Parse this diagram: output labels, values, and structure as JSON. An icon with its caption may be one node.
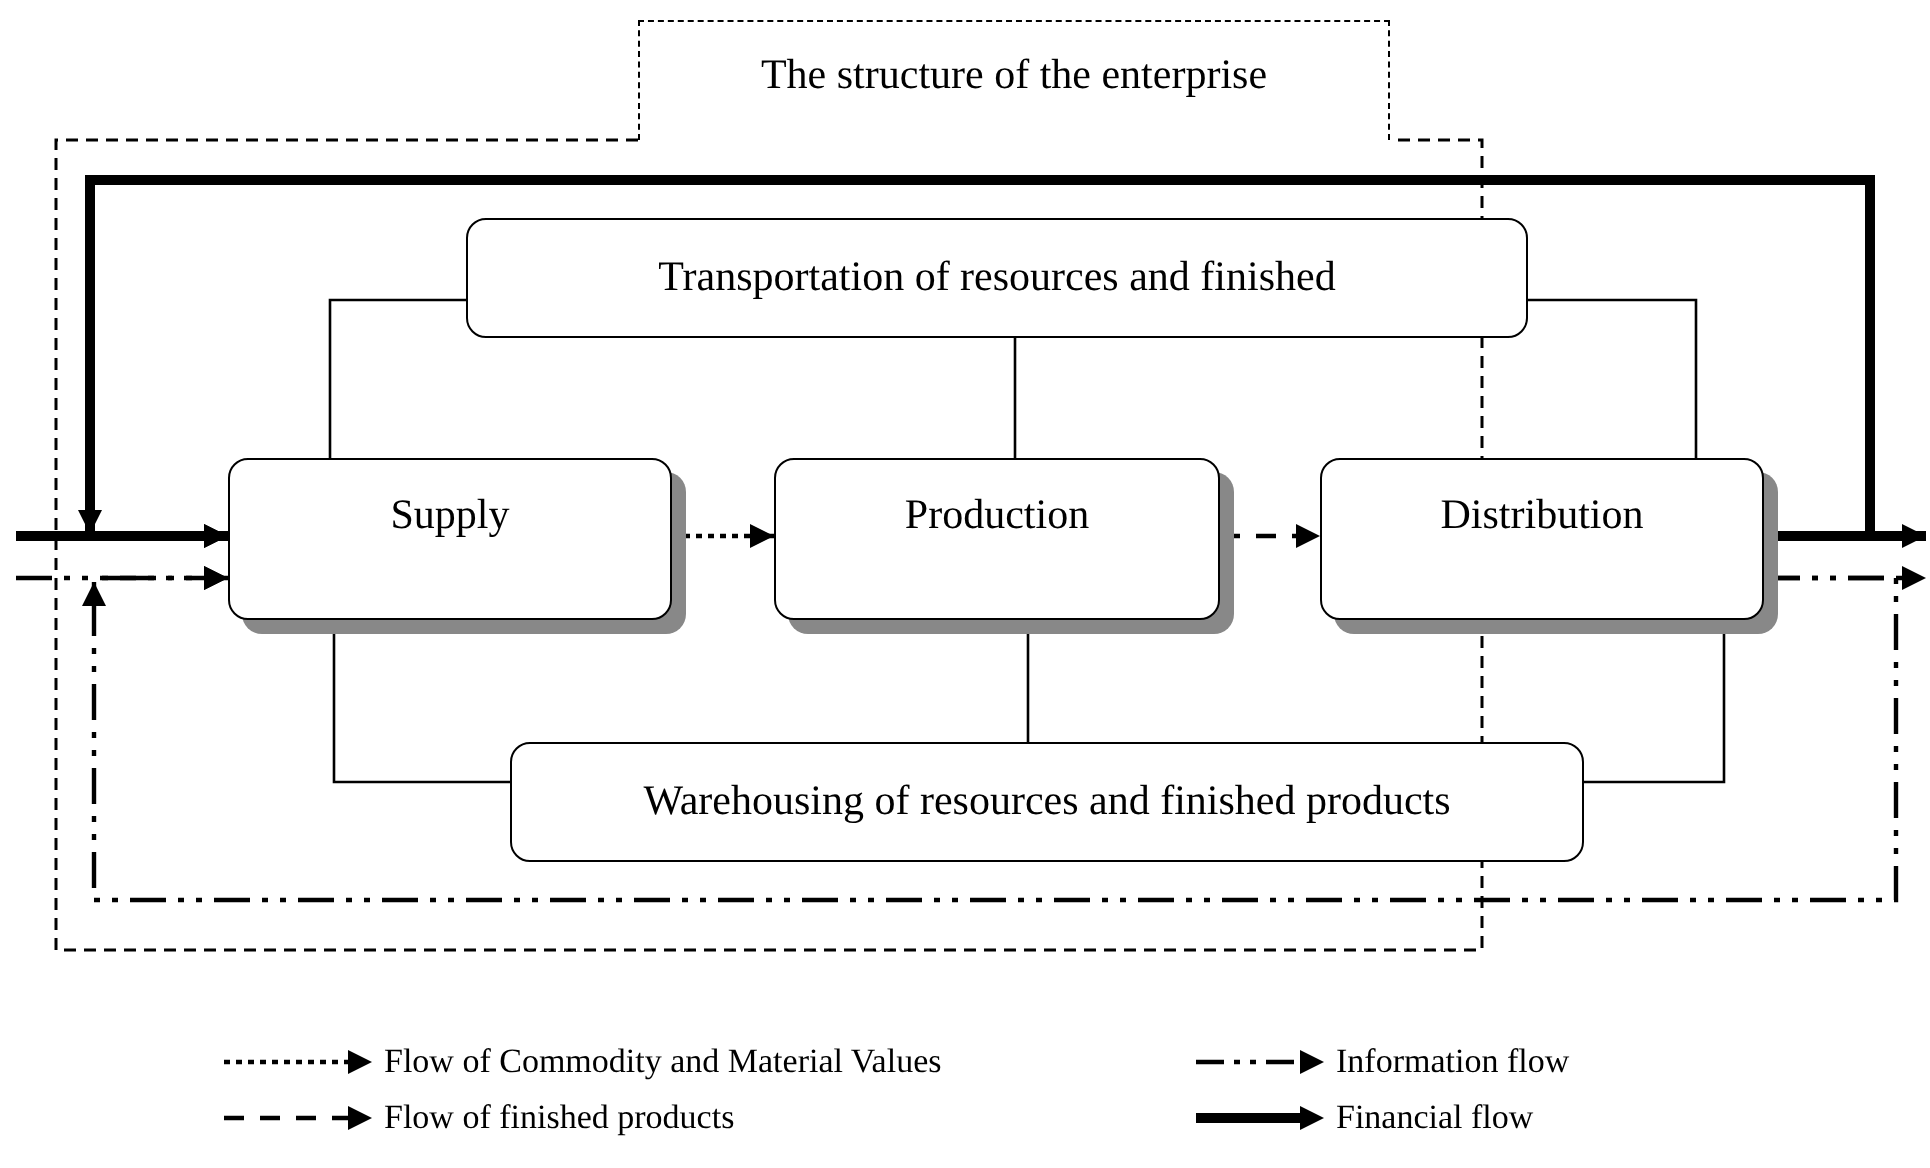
{
  "diagram": {
    "nodes": [
      {
        "text": [
          "The structure of the enterprise"
        ]
      },
      {
        "text": [
          "Transportation of resources and finished"
        ]
      },
      {
        "text": [
          "Supply"
        ]
      },
      {
        "text": [
          "Production"
        ]
      },
      {
        "text": [
          "Distribution"
        ]
      },
      {
        "text": [
          "Warehousing of resources and finished products"
        ]
      }
    ],
    "edges": [
      {
        "from": 2,
        "to": 3,
        "arrow": "to",
        "style": "dashed"
      },
      {
        "from": 3,
        "to": 4,
        "arrow": "to",
        "style": "dashed"
      },
      {
        "from": 1,
        "to": 2,
        "arrow": "none"
      },
      {
        "from": 1,
        "to": 3,
        "arrow": "none"
      },
      {
        "from": 1,
        "to": 4,
        "arrow": "none"
      },
      {
        "from": 2,
        "to": 5,
        "arrow": "none"
      },
      {
        "from": 3,
        "to": 5,
        "arrow": "none"
      },
      {
        "from": 4,
        "to": 5,
        "arrow": "none"
      },
      {
        "from": null,
        "to": 2,
        "arrow": "to",
        "style": "thick"
      },
      {
        "from": 4,
        "to": null,
        "arrow": "to",
        "style": "thick"
      },
      {
        "from": 4,
        "to": 2,
        "arrow": "to",
        "style": "thick"
      },
      {
        "from": null,
        "to": 2,
        "arrow": "to",
        "style": "dashed"
      },
      {
        "from": 4,
        "to": null,
        "arrow": "to",
        "style": "dashed"
      },
      {
        "from": 4,
        "to": 2,
        "arrow": "to",
        "style": "dashed"
      }
    ],
    "legend": [
      {
        "text": "Flow of Commodity and Material Values"
      },
      {
        "text": "Information flow"
      },
      {
        "text": "Flow of finished products"
      },
      {
        "text": "Financial flow"
      }
    ]
  }
}
